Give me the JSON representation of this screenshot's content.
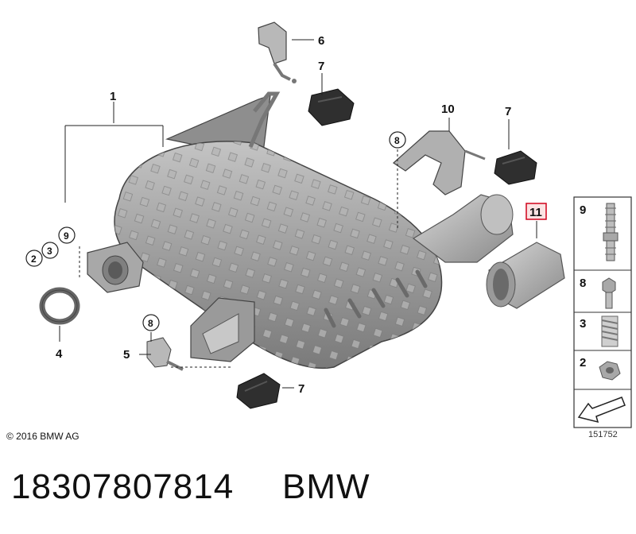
{
  "copyright": "© 2016 BMW AG",
  "diagram_id": "151752",
  "part_number": "18307807814",
  "brand": "BMW",
  "callouts": {
    "c1": "1",
    "c2": "2",
    "c3": "3",
    "c4": "4",
    "c5": "5",
    "c6": "6",
    "c7a": "7",
    "c7b": "7",
    "c7c": "7",
    "c8a": "8",
    "c8b": "8",
    "c9": "9",
    "c10": "10",
    "c11": "11"
  },
  "legend": [
    {
      "num": "9"
    },
    {
      "num": "8"
    },
    {
      "num": "3"
    },
    {
      "num": "2"
    }
  ],
  "colors": {
    "muffler": "#9b9b9b",
    "highlight_box": "#d0021b",
    "rubber": "#333333",
    "line": "#222222"
  }
}
